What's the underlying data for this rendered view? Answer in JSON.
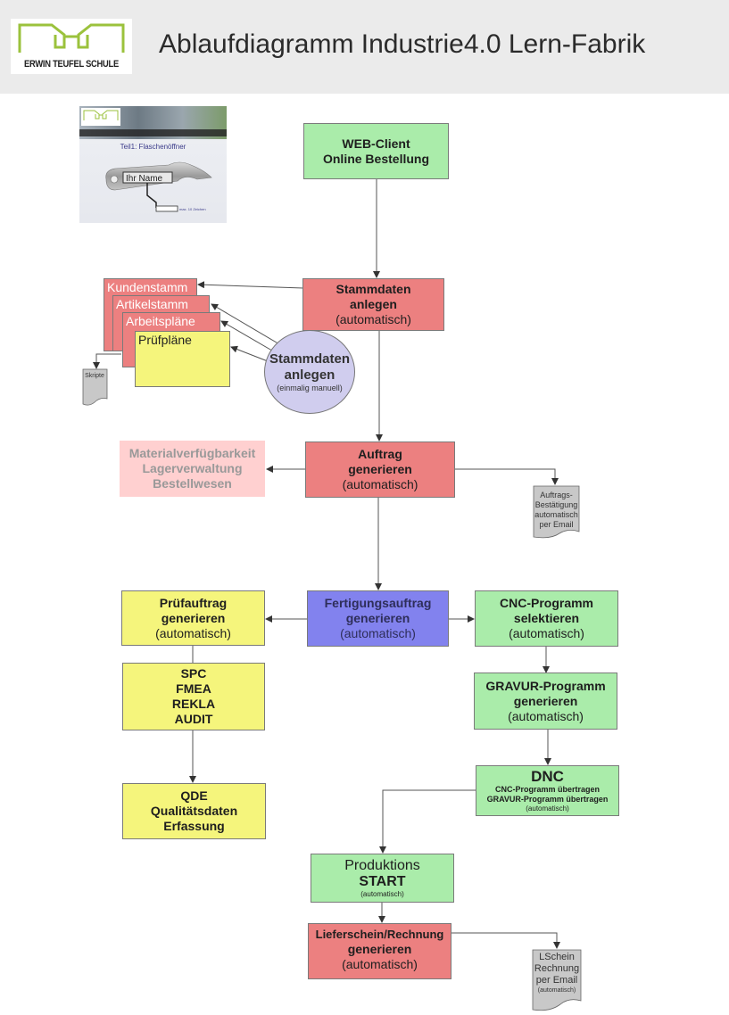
{
  "header": {
    "logo_text": "ERWIN TEUFEL SCHULE",
    "title": "Ablaufdiagramm Industrie4.0 Lern-Fabrik"
  },
  "thumbnail": {
    "caption": "Teil1: Flaschenöffner",
    "name_label": "Ihr Name",
    "hint": "max. 10 Zeichen"
  },
  "nodes": {
    "web_client": {
      "line1": "WEB-Client",
      "line2": "Online Bestellung"
    },
    "stammdaten_auto": {
      "line1": "Stammdaten",
      "line2": "anlegen",
      "line3": "(automatisch)"
    },
    "stammdaten_manuell": {
      "line1": "Stammdaten",
      "line2": "anlegen",
      "line3": "(einmalig manuell)"
    },
    "stack": [
      "Kundenstamm",
      "Artikelstamm",
      "Arbeitspläne",
      "Prüfpläne"
    ],
    "skripte": "Skripte",
    "material": {
      "line1": "Materialverfügbarkeit",
      "line2": "Lagerverwaltung",
      "line3": "Bestellwesen"
    },
    "auftrag": {
      "line1": "Auftrag",
      "line2": "generieren",
      "line3": "(automatisch)"
    },
    "auftragsbestaetigung": [
      "Auftrags-",
      "Bestätigung",
      "automatisch",
      "per Email"
    ],
    "pruefauftrag": {
      "line1": "Prüfauftrag",
      "line2": "generieren",
      "line3": "(automatisch)"
    },
    "fertigungsauftrag": {
      "line1": "Fertigungsauftrag",
      "line2": "generieren",
      "line3": "(automatisch)"
    },
    "cnc": {
      "line1": "CNC-Programm",
      "line2": "selektieren",
      "line3": "(automatisch)"
    },
    "quality": [
      "SPC",
      "FMEA",
      "REKLA",
      "AUDIT"
    ],
    "gravur": {
      "line1": "GRAVUR-Programm",
      "line2": "generieren",
      "line3": "(automatisch)"
    },
    "qde": {
      "line1": "QDE",
      "line2": "Qualitätsdaten",
      "line3": "Erfassung"
    },
    "dnc": {
      "line1": "DNC",
      "line2": "CNC-Programm übertragen",
      "line3": "GRAVUR-Programm übertragen",
      "line4": "(automatisch)"
    },
    "produktion": {
      "line1": "Produktions",
      "line2": "START",
      "line3": "(automatisch)"
    },
    "lieferschein": {
      "line1": "Lieferschein/Rechnung",
      "line2": "generieren",
      "line3": "(automatisch)"
    },
    "lschein_doc": [
      "LSchein",
      "Rechnung",
      "per Email",
      "(automatisch)"
    ]
  },
  "colors": {
    "header_bg": "#ebebeb",
    "green": "#aaecaa",
    "red": "#ec8080",
    "yellow": "#f5f57c",
    "blue": "#8282ee",
    "pink": "#ffd0d0",
    "lavender": "#d0cdee",
    "doc_gray": "#c8c8c8",
    "logo_green": "#9bc23c"
  }
}
